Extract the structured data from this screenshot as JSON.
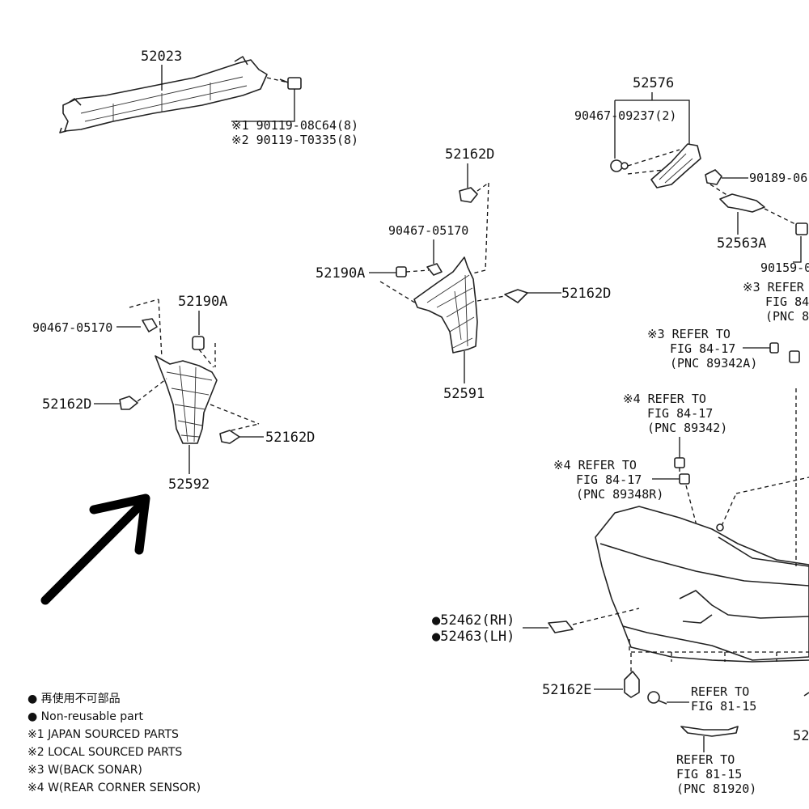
{
  "callouts": {
    "p52023": "52023",
    "bolt1": "※1 90119-08C64(8)",
    "bolt2": "※2 90119-T0335(8)",
    "p52576": "52576",
    "p90467_09237": "90467-09237(2)",
    "p90189": "90189-06",
    "p52563A": "52563A",
    "p90159": "90159-0",
    "p52162D_top": "52162D",
    "p90467_05170_mid": "90467-05170",
    "p52190A_mid": "52190A",
    "p52162D_mid": "52162D",
    "p52591": "52591",
    "p52190A_left": "52190A",
    "p90467_05170_left": "90467-05170",
    "p52162D_left1": "52162D",
    "p52162D_left2": "52162D",
    "p52592": "52592",
    "p52462": "●52462(RH)",
    "p52463": "●52463(LH)",
    "p52162E": "52162E",
    "p52_right": "52"
  },
  "refers": {
    "ref3a": [
      "※3 REFER",
      "FIG 84",
      "(PNC 8"
    ],
    "ref3b": [
      "※3 REFER TO",
      "FIG 84-17",
      "(PNC 89342A)"
    ],
    "ref4a": [
      "※4 REFER TO",
      "FIG 84-17",
      "(PNC 89342)"
    ],
    "ref4b": [
      "※4 REFER TO",
      "FIG 84-17",
      "(PNC 89348R)"
    ],
    "ref81a": [
      "REFER TO",
      "FIG 81-15"
    ],
    "ref81b": [
      "REFER TO",
      "FIG 81-15",
      "(PNC 81920)"
    ]
  },
  "legend": {
    "items": [
      "● 再使用不可部品",
      "● Non-reusable part",
      "※1 JAPAN SOURCED PARTS",
      "※2 LOCAL SOURCED PARTS",
      "※3 W(BACK SONAR)",
      "※4 W(REAR CORNER SENSOR)"
    ]
  },
  "colors": {
    "ink": "#111111",
    "background": "#ffffff"
  }
}
